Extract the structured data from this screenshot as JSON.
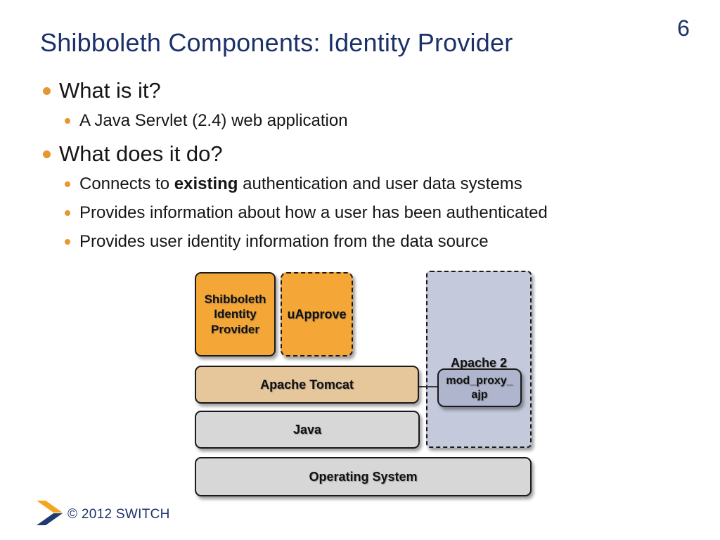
{
  "slide": {
    "number": "6",
    "title": "Shibboleth Components: Identity Provider",
    "footer": {
      "copyright": "© 2012 SWITCH",
      "logo": "switch-arrow-logo"
    }
  },
  "bullets": {
    "sections": [
      {
        "heading": "What is it?",
        "items": [
          {
            "prefix": "A Java Servlet (2.4) web application",
            "bold": "",
            "suffix": ""
          }
        ]
      },
      {
        "heading": "What does it do?",
        "items": [
          {
            "prefix": "Connects to ",
            "bold": "existing",
            "suffix": " authentication and user data systems"
          },
          {
            "prefix": "Provides information about how a user has been authenticated",
            "bold": "",
            "suffix": ""
          },
          {
            "prefix": "Provides user identity information from the data source",
            "bold": "",
            "suffix": ""
          }
        ]
      }
    ]
  },
  "diagram": {
    "boxes": {
      "idp": "Shibboleth\nIdentity\nProvider",
      "uapprove": "uApprove",
      "apache2": "Apache 2",
      "mod_proxy": "mod_proxy_\najp",
      "tomcat": "Apache Tomcat",
      "java": "Java",
      "os": "Operating System"
    },
    "colors": {
      "orange_box": "#F4A636",
      "tan_box": "#E5C79B",
      "blue_container": "#C4CADC",
      "mod_proxy_box": "#AEB5CD",
      "gray_box": "#D7D7D7",
      "box_border": "#1A1A1A"
    }
  },
  "colors": {
    "title_navy": "#1B3169",
    "bullet_orange": "#E8962E",
    "body_text": "#161616",
    "logo_orange": "#F5A61F",
    "logo_navy": "#1E3A70"
  }
}
